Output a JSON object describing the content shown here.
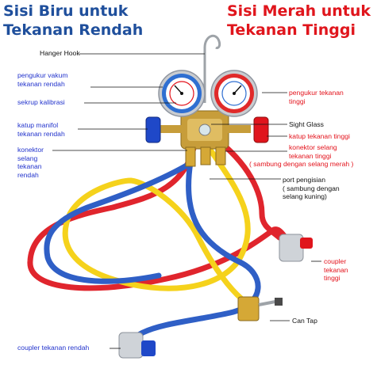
{
  "titles": {
    "blue_side": [
      "Sisi Biru untuk",
      "Tekanan Rendah"
    ],
    "red_side": [
      "Sisi Merah untuk",
      "Tekanan Tinggi"
    ]
  },
  "colors": {
    "blue_label": "#2233cc",
    "red_label": "#e3121b",
    "black_label": "#111111",
    "blue_title": "#1f4f9c",
    "red_title": "#e0151c",
    "hose_red": "#e0252d",
    "hose_yellow": "#f5d21c",
    "hose_blue": "#2f5fc6"
  },
  "labels": {
    "hanger_hook": "Hanger Hook",
    "low_gauge": [
      "pengukur vakum",
      "tekanan rendah"
    ],
    "calibration_screw": "sekrup kalibrasi",
    "low_valve": [
      "katup manifol",
      "tekanan rendah"
    ],
    "low_connector": [
      "konektor",
      "selang",
      "tekanan",
      "rendah"
    ],
    "high_gauge": [
      "pengukur tekanan",
      "tinggi"
    ],
    "sight_glass": "Sight Glass",
    "high_valve": "katup tekanan tinggi",
    "high_connector": [
      "konektor selang",
      "tekanan tinggi",
      "( sambung dengan selang merah )"
    ],
    "charging_port": [
      "port pengisian",
      "( sambung dengan",
      "selang kuning)"
    ],
    "high_coupler": [
      "coupler",
      "tekanan",
      "tinggi"
    ],
    "can_tap": "Can Tap",
    "low_coupler": "coupler tekanan rendah"
  }
}
